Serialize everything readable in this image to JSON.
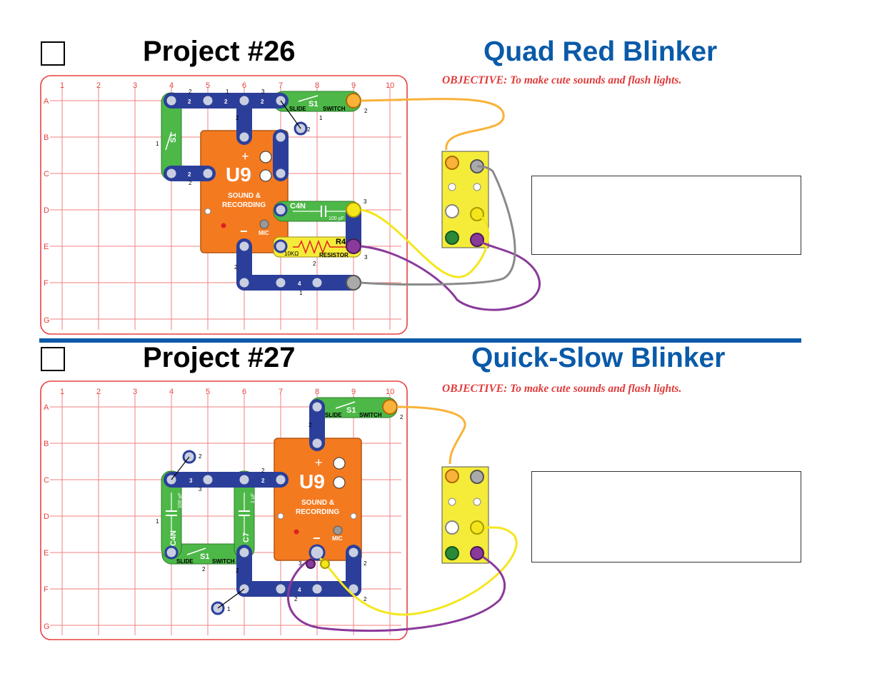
{
  "projects": [
    {
      "title": "Project #26",
      "name": "Quad Red Blinker",
      "objective": "OBJECTIVE:  To make cute sounds and flash lights."
    },
    {
      "title": "Project #27",
      "name": "Quick-Slow Blinker",
      "objective": "OBJECTIVE:  To make cute sounds and flash lights."
    }
  ],
  "grid": {
    "columns": [
      "1",
      "2",
      "3",
      "4",
      "5",
      "6",
      "7",
      "8",
      "9",
      "10"
    ],
    "rows": [
      "A",
      "B",
      "C",
      "D",
      "E",
      "F",
      "G"
    ]
  },
  "parts": {
    "u9": "U9",
    "u9_sub1": "SOUND &",
    "u9_sub2": "RECORDING",
    "mic": "MIC",
    "plus": "+",
    "minus": "−",
    "s1": "S1",
    "slide": "SLIDE",
    "switch": "SWITCH",
    "c4n": "C4N",
    "c4n_value": "100 µF",
    "c7": "C7",
    "c7_value": "1 µF",
    "r4": "R4",
    "r4_value": "10KΩ",
    "resistor": "RESISTOR",
    "wire_4": "4",
    "num1": "1",
    "num2": "2",
    "num3": "3"
  },
  "colors": {
    "title_blue": "#0a5aa8",
    "objective_red": "#e03a3a",
    "grid_red": "#e84040",
    "snap_blue": "#2b3f9a",
    "u9_orange": "#f47a20",
    "switch_green": "#4db848",
    "resistor_yellow": "#f5ec3a",
    "wire_orange": "#f9b23a",
    "wire_yellow": "#f5e61c",
    "wire_gray": "#8a8a8a",
    "wire_purple": "#8a3a9a"
  }
}
